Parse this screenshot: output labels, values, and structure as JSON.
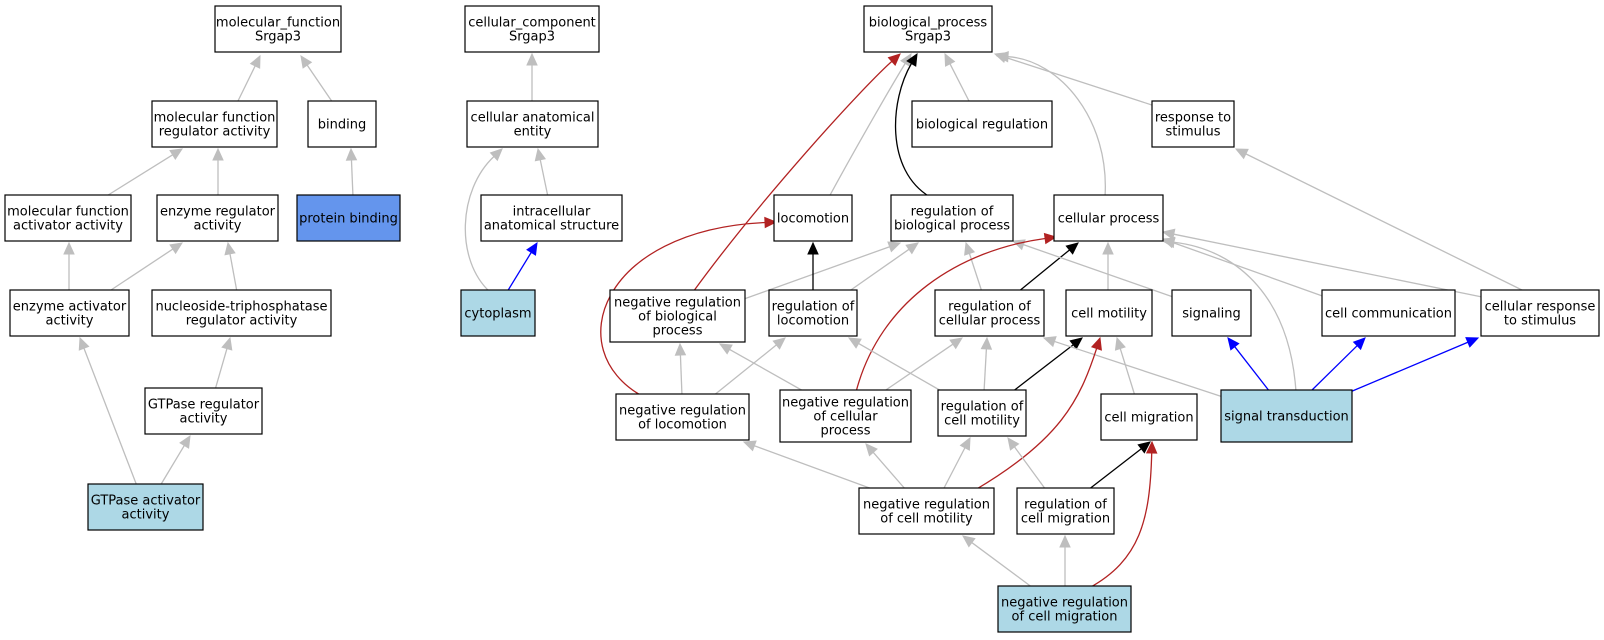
{
  "colors": {
    "plain": "#ffffff",
    "annotated": "#add8e6",
    "direct": "#6495ed",
    "is_a": "#bebebe",
    "part_of": "#000000",
    "regulates": "#0000ff",
    "negatively_regulates": "#b22222"
  },
  "nodes": [
    {
      "id": "mf",
      "lines": [
        "molecular_function",
        "Srgap3"
      ],
      "fill": "plain"
    },
    {
      "id": "mfr",
      "lines": [
        "molecular function",
        "regulator activity"
      ],
      "fill": "plain"
    },
    {
      "id": "binding",
      "lines": [
        "binding"
      ],
      "fill": "plain"
    },
    {
      "id": "mfa",
      "lines": [
        "molecular function",
        "activator activity"
      ],
      "fill": "plain"
    },
    {
      "id": "enzr",
      "lines": [
        "enzyme regulator",
        "activity"
      ],
      "fill": "plain"
    },
    {
      "id": "pb",
      "lines": [
        "protein binding"
      ],
      "fill": "direct"
    },
    {
      "id": "enza",
      "lines": [
        "enzyme activator",
        "activity"
      ],
      "fill": "plain"
    },
    {
      "id": "ntpr",
      "lines": [
        "nucleoside-triphosphatase",
        "regulator activity"
      ],
      "fill": "plain"
    },
    {
      "id": "gtpr",
      "lines": [
        "GTPase regulator",
        "activity"
      ],
      "fill": "plain"
    },
    {
      "id": "gtpa",
      "lines": [
        "GTPase activator",
        "activity"
      ],
      "fill": "annotated"
    },
    {
      "id": "cc",
      "lines": [
        "cellular_component",
        "Srgap3"
      ],
      "fill": "plain"
    },
    {
      "id": "cae",
      "lines": [
        "cellular anatomical",
        "entity"
      ],
      "fill": "plain"
    },
    {
      "id": "ias",
      "lines": [
        "intracellular",
        "anatomical structure"
      ],
      "fill": "plain"
    },
    {
      "id": "cyto",
      "lines": [
        "cytoplasm"
      ],
      "fill": "annotated"
    },
    {
      "id": "bp",
      "lines": [
        "biological_process",
        "Srgap3"
      ],
      "fill": "plain"
    },
    {
      "id": "breg",
      "lines": [
        "biological regulation"
      ],
      "fill": "plain"
    },
    {
      "id": "rts",
      "lines": [
        "response to",
        "stimulus"
      ],
      "fill": "plain"
    },
    {
      "id": "loco",
      "lines": [
        "locomotion"
      ],
      "fill": "plain"
    },
    {
      "id": "rbp",
      "lines": [
        "regulation of",
        "biological process"
      ],
      "fill": "plain"
    },
    {
      "id": "cp",
      "lines": [
        "cellular process"
      ],
      "fill": "plain"
    },
    {
      "id": "nrbp",
      "lines": [
        "negative regulation",
        "of biological",
        "process"
      ],
      "fill": "plain"
    },
    {
      "id": "rloco",
      "lines": [
        "regulation of",
        "locomotion"
      ],
      "fill": "plain"
    },
    {
      "id": "rcp",
      "lines": [
        "regulation of",
        "cellular process"
      ],
      "fill": "plain"
    },
    {
      "id": "cmot",
      "lines": [
        "cell motility"
      ],
      "fill": "plain"
    },
    {
      "id": "sig",
      "lines": [
        "signaling"
      ],
      "fill": "plain"
    },
    {
      "id": "ccom",
      "lines": [
        "cell communication"
      ],
      "fill": "plain"
    },
    {
      "id": "crs",
      "lines": [
        "cellular response",
        "to stimulus"
      ],
      "fill": "plain"
    },
    {
      "id": "nrloco",
      "lines": [
        "negative regulation",
        "of locomotion"
      ],
      "fill": "plain"
    },
    {
      "id": "nrcp",
      "lines": [
        "negative regulation",
        "of cellular",
        "process"
      ],
      "fill": "plain"
    },
    {
      "id": "rcm",
      "lines": [
        "regulation of",
        "cell motility"
      ],
      "fill": "plain"
    },
    {
      "id": "cmig",
      "lines": [
        "cell migration"
      ],
      "fill": "plain"
    },
    {
      "id": "st",
      "lines": [
        "signal transduction"
      ],
      "fill": "annotated"
    },
    {
      "id": "nrcmot",
      "lines": [
        "negative regulation",
        "of cell motility"
      ],
      "fill": "plain"
    },
    {
      "id": "rcmig",
      "lines": [
        "regulation of",
        "cell migration"
      ],
      "fill": "plain"
    },
    {
      "id": "nrcmig",
      "lines": [
        "negative regulation",
        "of cell migration"
      ],
      "fill": "annotated"
    }
  ],
  "edges": [
    {
      "from": "mfr",
      "to": "mf",
      "type": "is_a"
    },
    {
      "from": "binding",
      "to": "mf",
      "type": "is_a"
    },
    {
      "from": "mfa",
      "to": "mfr",
      "type": "is_a"
    },
    {
      "from": "enzr",
      "to": "mfr",
      "type": "is_a"
    },
    {
      "from": "pb",
      "to": "binding",
      "type": "is_a"
    },
    {
      "from": "enza",
      "to": "mfa",
      "type": "is_a"
    },
    {
      "from": "enza",
      "to": "enzr",
      "type": "is_a"
    },
    {
      "from": "ntpr",
      "to": "enzr",
      "type": "is_a"
    },
    {
      "from": "gtpr",
      "to": "ntpr",
      "type": "is_a"
    },
    {
      "from": "gtpa",
      "to": "gtpr",
      "type": "is_a"
    },
    {
      "from": "gtpa",
      "to": "enza",
      "type": "is_a"
    },
    {
      "from": "cae",
      "to": "cc",
      "type": "is_a"
    },
    {
      "from": "ias",
      "to": "cae",
      "type": "is_a"
    },
    {
      "from": "cyto",
      "to": "cae",
      "type": "is_a"
    },
    {
      "from": "cyto",
      "to": "ias",
      "type": "regulates"
    },
    {
      "from": "breg",
      "to": "bp",
      "type": "is_a"
    },
    {
      "from": "rts",
      "to": "bp",
      "type": "is_a"
    },
    {
      "from": "loco",
      "to": "bp",
      "type": "is_a"
    },
    {
      "from": "rbp",
      "to": "bp",
      "type": "part_of"
    },
    {
      "from": "rbp",
      "to": "breg",
      "type": "is_a"
    },
    {
      "from": "cp",
      "to": "bp",
      "type": "is_a"
    },
    {
      "from": "nrbp",
      "to": "bp",
      "type": "negatively_regulates"
    },
    {
      "from": "nrbp",
      "to": "rbp",
      "type": "is_a"
    },
    {
      "from": "rloco",
      "to": "loco",
      "type": "part_of"
    },
    {
      "from": "rloco",
      "to": "rbp",
      "type": "is_a"
    },
    {
      "from": "rcp",
      "to": "rbp",
      "type": "is_a"
    },
    {
      "from": "rcp",
      "to": "cp",
      "type": "part_of"
    },
    {
      "from": "cmot",
      "to": "cp",
      "type": "is_a"
    },
    {
      "from": "sig",
      "to": "rbp",
      "type": "is_a"
    },
    {
      "from": "ccom",
      "to": "cp",
      "type": "is_a"
    },
    {
      "from": "crs",
      "to": "cp",
      "type": "is_a"
    },
    {
      "from": "crs",
      "to": "rts",
      "type": "is_a"
    },
    {
      "from": "nrloco",
      "to": "loco",
      "type": "negatively_regulates"
    },
    {
      "from": "nrloco",
      "to": "nrbp",
      "type": "is_a"
    },
    {
      "from": "nrloco",
      "to": "rloco",
      "type": "is_a"
    },
    {
      "from": "nrcp",
      "to": "nrbp",
      "type": "is_a"
    },
    {
      "from": "nrcp",
      "to": "rcp",
      "type": "is_a"
    },
    {
      "from": "nrcp",
      "to": "cp",
      "type": "negatively_regulates"
    },
    {
      "from": "rcm",
      "to": "rloco",
      "type": "is_a"
    },
    {
      "from": "rcm",
      "to": "rcp",
      "type": "is_a"
    },
    {
      "from": "rcm",
      "to": "cmot",
      "type": "part_of"
    },
    {
      "from": "cmig",
      "to": "cmot",
      "type": "is_a"
    },
    {
      "from": "st",
      "to": "sig",
      "type": "regulates"
    },
    {
      "from": "st",
      "to": "ccom",
      "type": "regulates"
    },
    {
      "from": "st",
      "to": "crs",
      "type": "regulates"
    },
    {
      "from": "st",
      "to": "rcp",
      "type": "is_a"
    },
    {
      "from": "st",
      "to": "cp",
      "type": "is_a"
    },
    {
      "from": "nrcmot",
      "to": "nrloco",
      "type": "is_a"
    },
    {
      "from": "nrcmot",
      "to": "nrcp",
      "type": "is_a"
    },
    {
      "from": "nrcmot",
      "to": "rcm",
      "type": "is_a"
    },
    {
      "from": "nrcmot",
      "to": "cmot",
      "type": "negatively_regulates"
    },
    {
      "from": "rcmig",
      "to": "rcm",
      "type": "is_a"
    },
    {
      "from": "rcmig",
      "to": "cmig",
      "type": "part_of"
    },
    {
      "from": "nrcmig",
      "to": "nrcmot",
      "type": "is_a"
    },
    {
      "from": "nrcmig",
      "to": "rcmig",
      "type": "is_a"
    },
    {
      "from": "nrcmig",
      "to": "cmig",
      "type": "negatively_regulates"
    }
  ]
}
